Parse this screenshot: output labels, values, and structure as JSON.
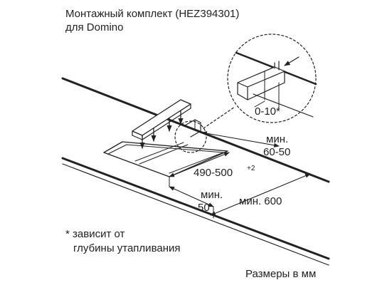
{
  "title": {
    "line1": "Монтажный комплект (HEZ394301)",
    "line2": "для Domino"
  },
  "dimensions": {
    "clearance_label": "0-10*",
    "depth_min_label": "мин.",
    "depth_value": "60-50",
    "cutout_label": "490-500",
    "cutout_tolerance": "+2",
    "side_min_label": "мин.",
    "side_value": "50",
    "front_label": "мин. 600"
  },
  "footnote": {
    "line1": "* зависит от",
    "line2": "глубины утапливания"
  },
  "units_note": "Размеры в мм",
  "colors": {
    "ink": "#222222",
    "background": "#ffffff"
  }
}
